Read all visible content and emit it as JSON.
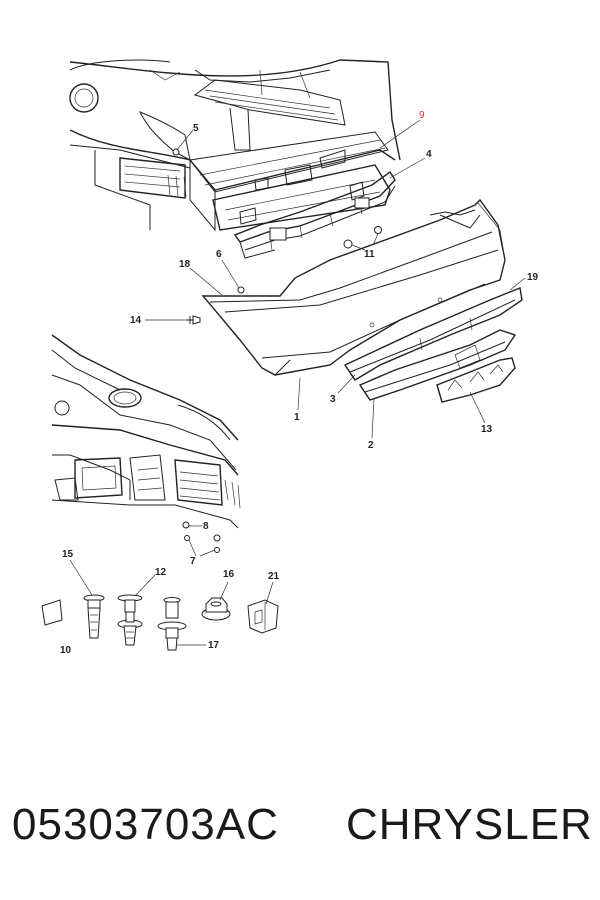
{
  "callouts": {
    "c1": "1",
    "c2": "2",
    "c3": "3",
    "c4": "4",
    "c5": "5",
    "c6": "6",
    "c7": "7",
    "c8": "8",
    "c9": "9",
    "c10": "10",
    "c11": "11",
    "c12": "12",
    "c13": "13",
    "c14": "14",
    "c15": "15",
    "c16": "16",
    "c17": "17",
    "c18": "18",
    "c19": "19",
    "c21": "21"
  },
  "footer": {
    "part_number": "05303703AC",
    "brand": "CHRYSLER"
  },
  "colors": {
    "line": "#222222",
    "highlight_callout": "#e0303a",
    "background": "#ffffff"
  }
}
